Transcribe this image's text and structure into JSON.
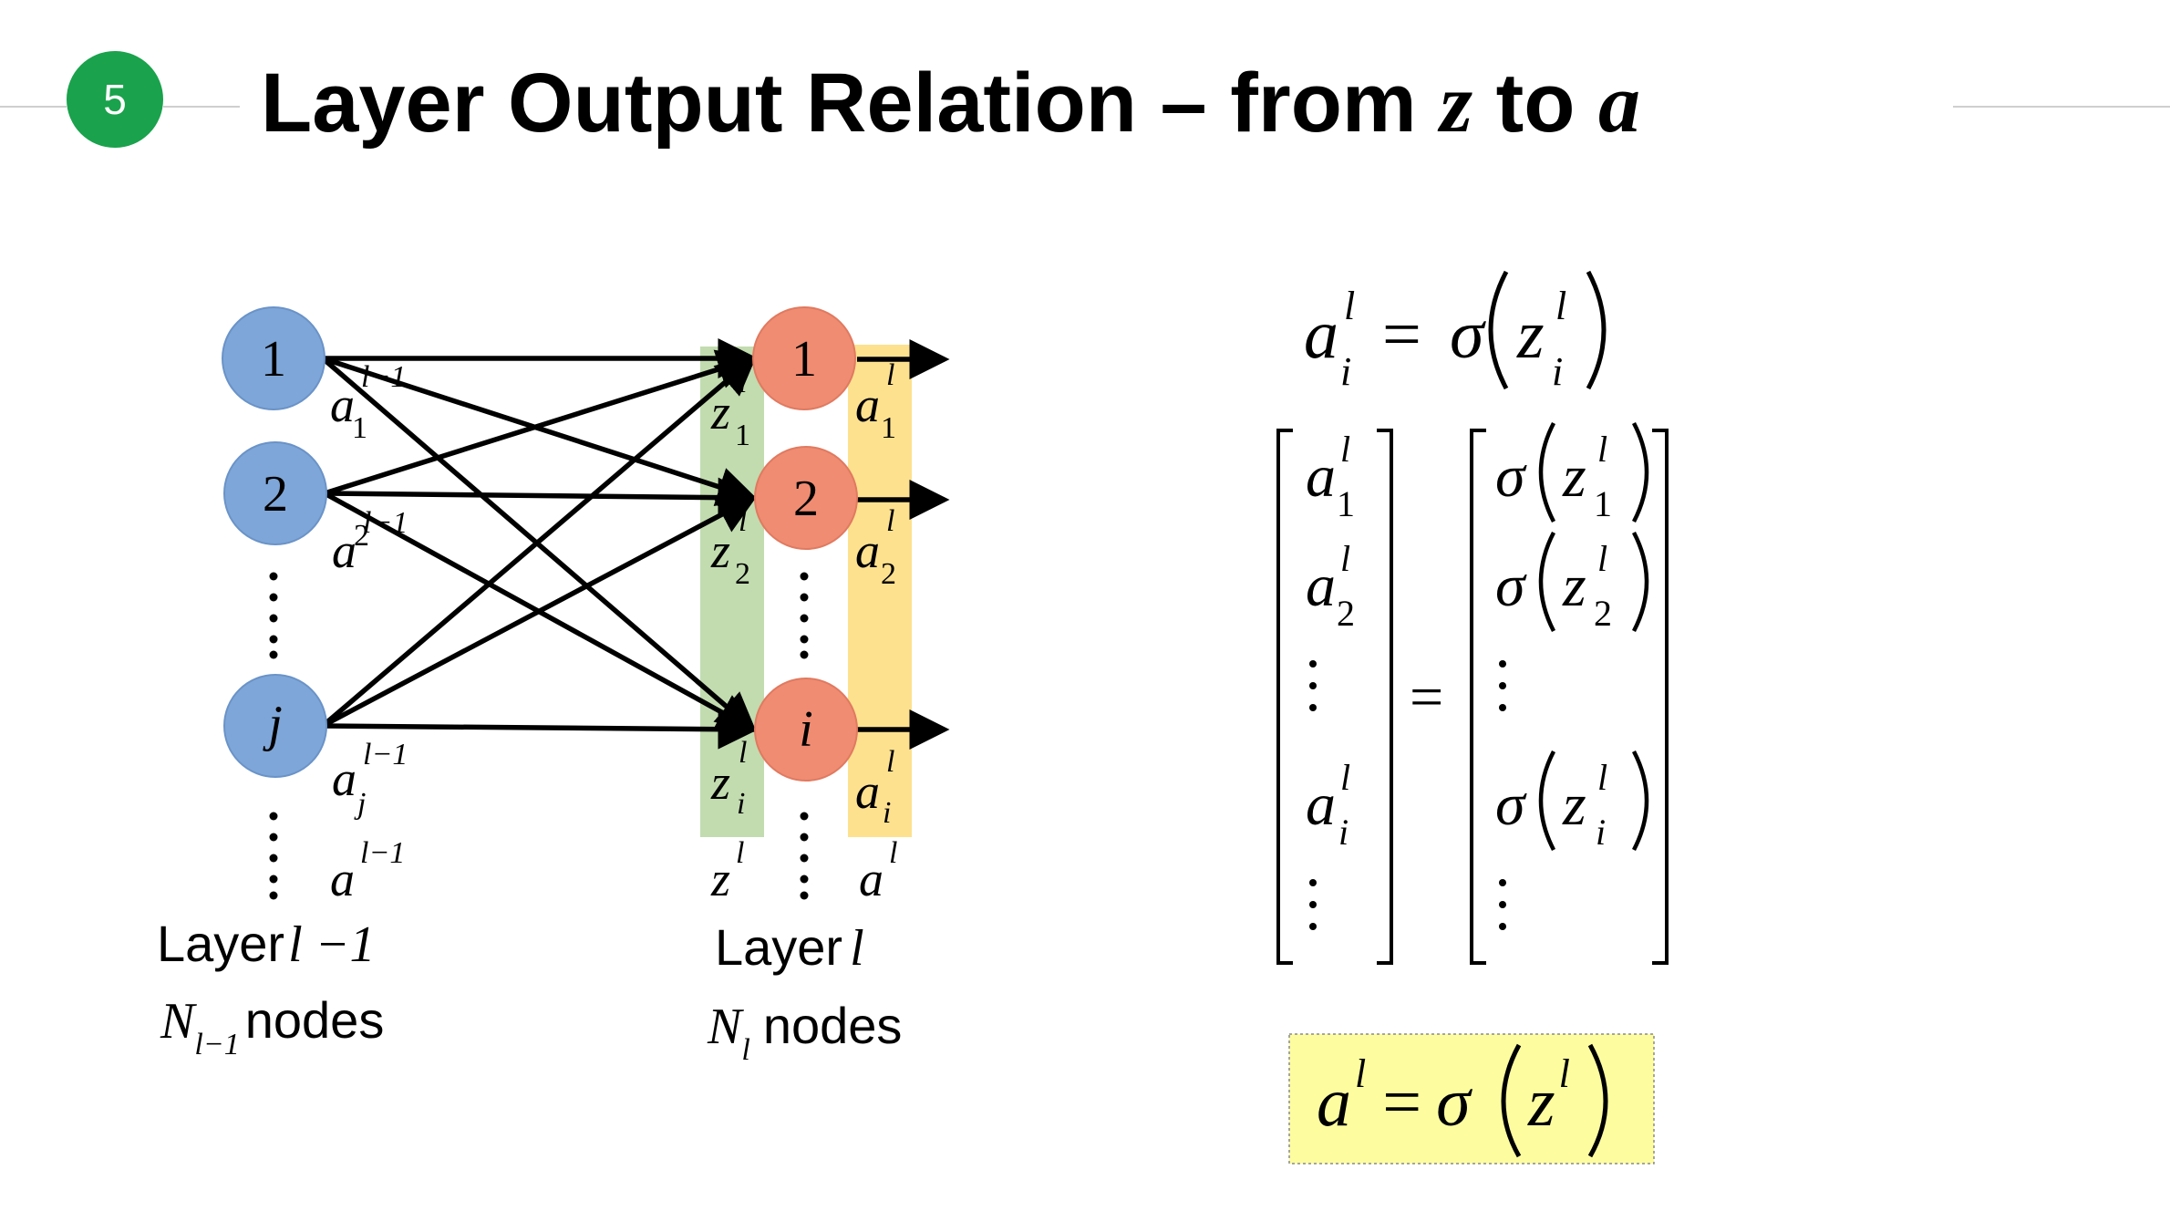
{
  "slide": {
    "number": "5",
    "title_text": "Layer Output Relation – from ",
    "title_var1": "z",
    "title_mid": " to ",
    "title_var2": "a"
  },
  "network": {
    "layer_prev": {
      "nodes": [
        "1",
        "2",
        "j"
      ],
      "label_word": "Layer",
      "label_expr": "l −1",
      "count_var": "N",
      "count_sub": "l−1",
      "count_word": "nodes",
      "outputs": [
        {
          "base": "a",
          "sub": "1",
          "sup": "l−1"
        },
        {
          "base": "a",
          "sub": "2",
          "sup": "l−1"
        },
        {
          "base": "a",
          "sub": "j",
          "sup": "l−1"
        }
      ],
      "vector": {
        "base": "a",
        "sup": "l−1"
      }
    },
    "layer_cur": {
      "nodes": [
        "1",
        "2",
        "i"
      ],
      "label_word": "Layer",
      "label_expr": "l",
      "count_var": "N",
      "count_sub": "l",
      "count_word": "nodes",
      "inputs": [
        {
          "base": "z",
          "sub": "1",
          "sup": "l"
        },
        {
          "base": "z",
          "sub": "2",
          "sup": "l"
        },
        {
          "base": "z",
          "sub": "i",
          "sup": "l"
        }
      ],
      "outputs": [
        {
          "base": "a",
          "sub": "1",
          "sup": "l"
        },
        {
          "base": "a",
          "sub": "2",
          "sup": "l"
        },
        {
          "base": "a",
          "sub": "i",
          "sup": "l"
        }
      ],
      "z_vector": {
        "base": "z",
        "sup": "l"
      },
      "a_vector": {
        "base": "a",
        "sup": "l"
      }
    },
    "colors": {
      "prev_node": "#7ea6d8",
      "cur_node": "#f08c72",
      "z_band": "#c2dcaf",
      "a_band": "#fde18f"
    }
  },
  "equations": {
    "scalar": {
      "lhs": "a",
      "lhs_sub": "i",
      "lhs_sup": "l",
      "eq": "=",
      "func": "σ",
      "arg": "z",
      "arg_sub": "i",
      "arg_sup": "l"
    },
    "vector_lhs": [
      {
        "base": "a",
        "sub": "1",
        "sup": "l"
      },
      {
        "base": "a",
        "sub": "2",
        "sup": "l"
      },
      {
        "base": "a",
        "sub": "i",
        "sup": "l"
      }
    ],
    "vector_rhs": [
      {
        "func": "σ",
        "base": "z",
        "sub": "1",
        "sup": "l"
      },
      {
        "func": "σ",
        "base": "z",
        "sub": "2",
        "sup": "l"
      },
      {
        "func": "σ",
        "base": "z",
        "sub": "i",
        "sup": "l"
      }
    ],
    "matrix_eq": "=",
    "compact": {
      "lhs": "a",
      "lhs_sup": "l",
      "eq": "=",
      "func": "σ",
      "arg": "z",
      "arg_sup": "l",
      "box_color": "#fdfda0"
    }
  }
}
